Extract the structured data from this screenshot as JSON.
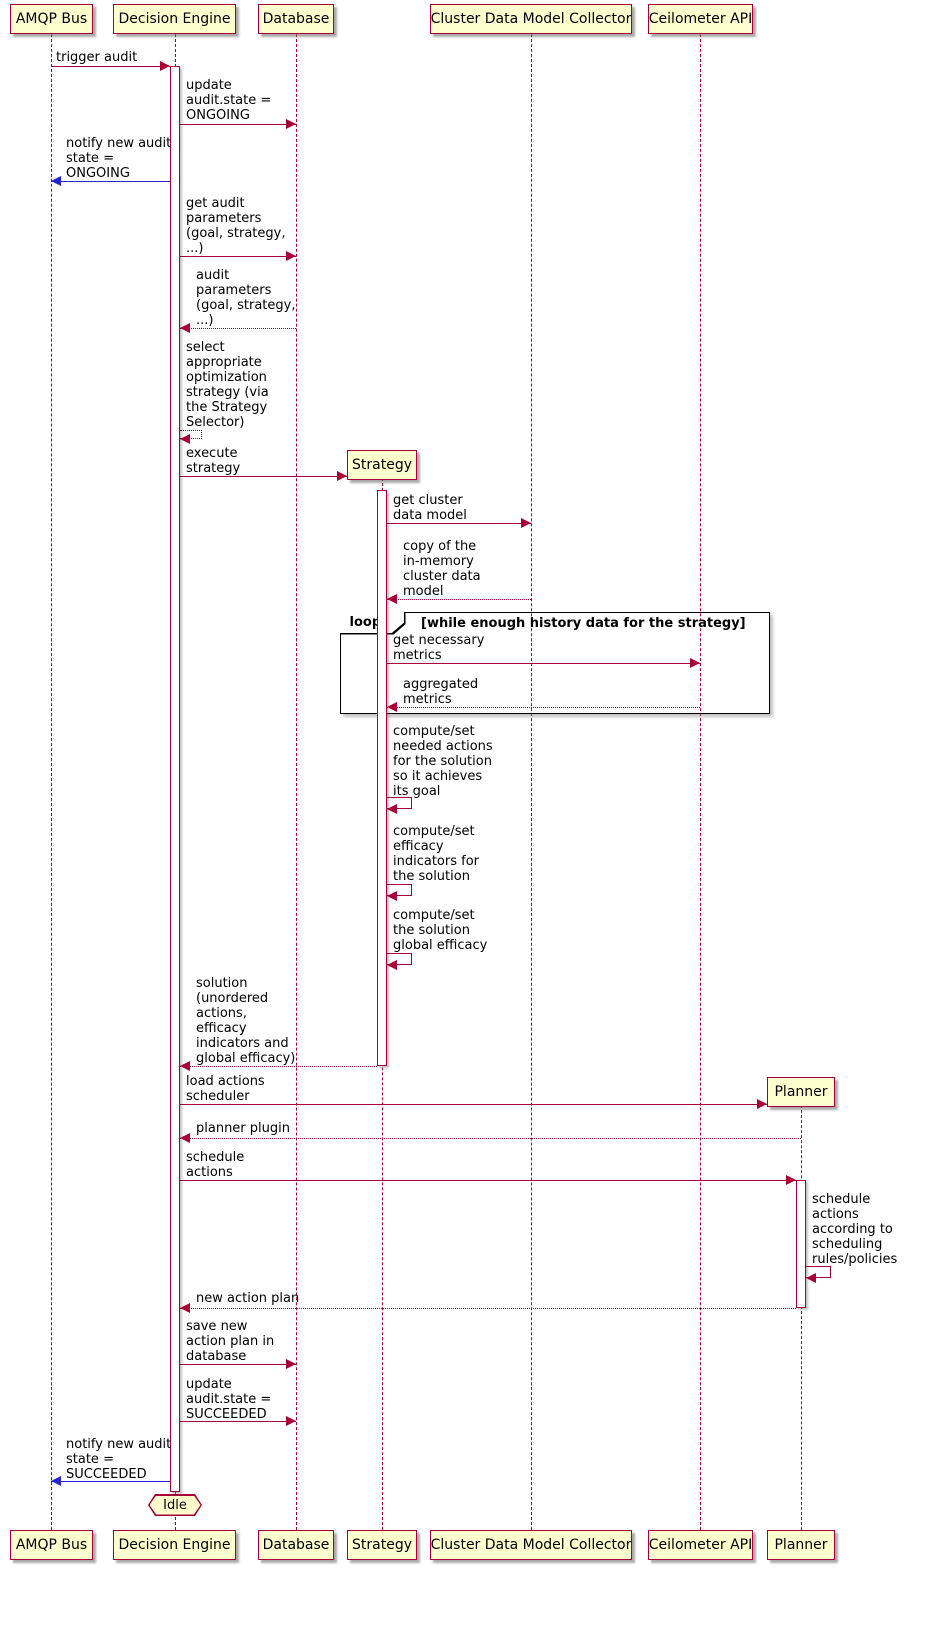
{
  "diagram_type": "sequence",
  "participants": [
    {
      "name": "AMQP Bus"
    },
    {
      "name": "Decision Engine"
    },
    {
      "name": "Database"
    },
    {
      "name": "Strategy"
    },
    {
      "name": "Cluster Data Model Collector"
    },
    {
      "name": "Ceilometer API"
    },
    {
      "name": "Planner"
    }
  ],
  "messages": [
    {
      "text": "trigger audit",
      "from": "AMQP Bus",
      "to": "Decision Engine",
      "kind": "solid"
    },
    {
      "text": "update\naudit.state =\nONGOING",
      "from": "Decision Engine",
      "to": "Database",
      "kind": "solid"
    },
    {
      "text": "notify new audit\nstate =\nONGOING",
      "from": "Decision Engine",
      "to": "AMQP Bus",
      "kind": "solid-blue"
    },
    {
      "text": "get audit\nparameters\n(goal, strategy,\n...)",
      "from": "Decision Engine",
      "to": "Database",
      "kind": "solid"
    },
    {
      "text": "audit\nparameters\n(goal, strategy,\n...)",
      "from": "Database",
      "to": "Decision Engine",
      "kind": "return"
    },
    {
      "text": "select\nappropriate\noptimization\nstrategy (via\nthe Strategy\nSelector)",
      "from": "Decision Engine",
      "to": "Decision Engine",
      "kind": "self-return"
    },
    {
      "text": "execute\nstrategy",
      "from": "Decision Engine",
      "to": "Strategy",
      "kind": "create"
    },
    {
      "text": "get cluster\ndata model",
      "from": "Strategy",
      "to": "Cluster Data Model Collector",
      "kind": "solid"
    },
    {
      "text": "copy of the\nin-memory\ncluster data\nmodel",
      "from": "Cluster Data Model Collector",
      "to": "Strategy",
      "kind": "return"
    },
    {
      "text": "get necessary\nmetrics",
      "from": "Strategy",
      "to": "Ceilometer API",
      "kind": "solid"
    },
    {
      "text": "aggregated\nmetrics",
      "from": "Ceilometer API",
      "to": "Strategy",
      "kind": "return"
    },
    {
      "text": "compute/set\nneeded actions\nfor the solution\nso it achieves\nits goal",
      "from": "Strategy",
      "to": "Strategy",
      "kind": "self"
    },
    {
      "text": "compute/set\nefficacy\nindicators for\nthe solution",
      "from": "Strategy",
      "to": "Strategy",
      "kind": "self"
    },
    {
      "text": "compute/set\nthe solution\nglobal efficacy",
      "from": "Strategy",
      "to": "Strategy",
      "kind": "self"
    },
    {
      "text": "solution\n(unordered\nactions,\nefficacy\nindicators and\nglobal efficacy)",
      "from": "Strategy",
      "to": "Decision Engine",
      "kind": "return"
    },
    {
      "text": "load actions\nscheduler",
      "from": "Decision Engine",
      "to": "Planner",
      "kind": "create"
    },
    {
      "text": "planner plugin",
      "from": "Planner",
      "to": "Decision Engine",
      "kind": "return"
    },
    {
      "text": "schedule\nactions",
      "from": "Decision Engine",
      "to": "Planner",
      "kind": "solid"
    },
    {
      "text": "schedule\nactions\naccording to\nscheduling\nrules/policies",
      "from": "Planner",
      "to": "Planner",
      "kind": "self"
    },
    {
      "text": "new action plan",
      "from": "Planner",
      "to": "Decision Engine",
      "kind": "return"
    },
    {
      "text": "save new\naction plan in\ndatabase",
      "from": "Decision Engine",
      "to": "Database",
      "kind": "solid"
    },
    {
      "text": "update\naudit.state =\nSUCCEEDED",
      "from": "Decision Engine",
      "to": "Database",
      "kind": "solid"
    },
    {
      "text": "notify new audit\nstate =\nSUCCEEDED",
      "from": "Decision Engine",
      "to": "AMQP Bus",
      "kind": "solid-blue"
    }
  ],
  "loop": {
    "label": "loop",
    "condition": "[while enough history data for the strategy]"
  },
  "end_state": "Idle",
  "colors": {
    "participant_fill": "#FEFECE",
    "border": "#A80036",
    "arrow": "#A80036",
    "notify_arrow": "#2525D0",
    "frame_border": "#000000"
  }
}
